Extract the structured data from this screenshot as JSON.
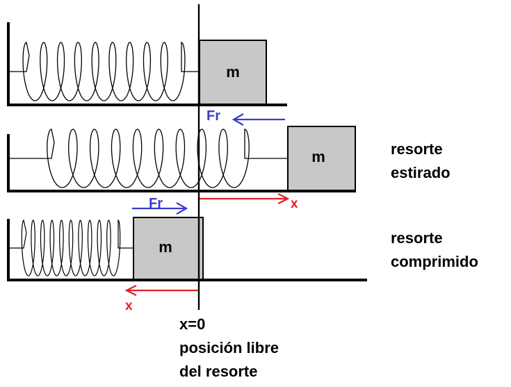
{
  "mass_label": "m",
  "force_label": "Fr",
  "displacement_label": "x",
  "stretched_caption": {
    "line1": "resorte",
    "line2": "estirado"
  },
  "compressed_caption": {
    "line1": "resorte",
    "line2": "comprimido"
  },
  "origin_caption": {
    "line1": "x=0",
    "line2": "posición libre",
    "line3": "del resorte"
  },
  "colors": {
    "force_arrow": "#3a3acc",
    "force_text": "#3a3acc",
    "displacement": "#e0202a",
    "block_fill": "#c8c8c8",
    "ink": "#000000"
  }
}
